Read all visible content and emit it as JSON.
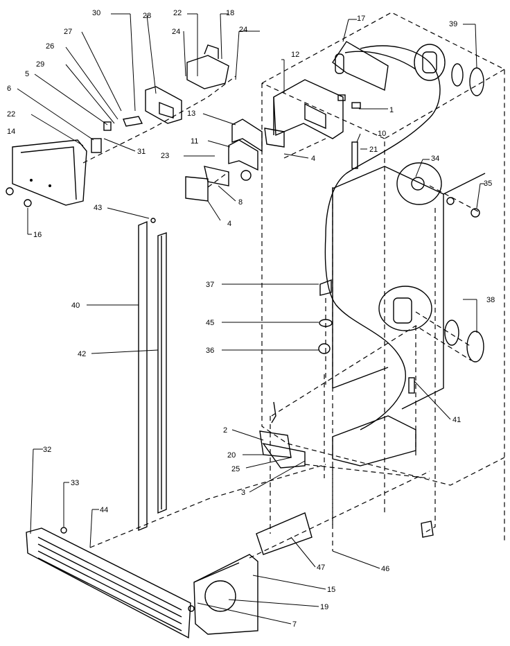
{
  "diagram": {
    "callouts": [
      {
        "id": "30",
        "text": "30"
      },
      {
        "id": "28",
        "text": "28"
      },
      {
        "id": "22a",
        "text": "22"
      },
      {
        "id": "18",
        "text": "18"
      },
      {
        "id": "17",
        "text": "17"
      },
      {
        "id": "39",
        "text": "39"
      },
      {
        "id": "27",
        "text": "27"
      },
      {
        "id": "24a",
        "text": "24"
      },
      {
        "id": "24b",
        "text": "24"
      },
      {
        "id": "26",
        "text": "26"
      },
      {
        "id": "12",
        "text": "12"
      },
      {
        "id": "29",
        "text": "29"
      },
      {
        "id": "5",
        "text": "5"
      },
      {
        "id": "6",
        "text": "6"
      },
      {
        "id": "1",
        "text": "1"
      },
      {
        "id": "22b",
        "text": "22"
      },
      {
        "id": "13",
        "text": "13"
      },
      {
        "id": "14",
        "text": "14"
      },
      {
        "id": "10",
        "text": "10"
      },
      {
        "id": "11",
        "text": "11"
      },
      {
        "id": "31",
        "text": "31"
      },
      {
        "id": "21",
        "text": "21"
      },
      {
        "id": "23",
        "text": "23"
      },
      {
        "id": "4a",
        "text": "4"
      },
      {
        "id": "34",
        "text": "34"
      },
      {
        "id": "35",
        "text": "35"
      },
      {
        "id": "8",
        "text": "8"
      },
      {
        "id": "16",
        "text": "16"
      },
      {
        "id": "43",
        "text": "43"
      },
      {
        "id": "4b",
        "text": "4"
      },
      {
        "id": "37",
        "text": "37"
      },
      {
        "id": "38",
        "text": "38"
      },
      {
        "id": "40",
        "text": "40"
      },
      {
        "id": "45",
        "text": "45"
      },
      {
        "id": "36",
        "text": "36"
      },
      {
        "id": "42",
        "text": "42"
      },
      {
        "id": "41",
        "text": "41"
      },
      {
        "id": "2",
        "text": "2"
      },
      {
        "id": "20",
        "text": "20"
      },
      {
        "id": "25",
        "text": "25"
      },
      {
        "id": "32",
        "text": "32"
      },
      {
        "id": "3",
        "text": "3"
      },
      {
        "id": "33",
        "text": "33"
      },
      {
        "id": "44",
        "text": "44"
      },
      {
        "id": "47",
        "text": "47"
      },
      {
        "id": "46",
        "text": "46"
      },
      {
        "id": "15",
        "text": "15"
      },
      {
        "id": "19",
        "text": "19"
      },
      {
        "id": "7",
        "text": "7"
      }
    ]
  }
}
